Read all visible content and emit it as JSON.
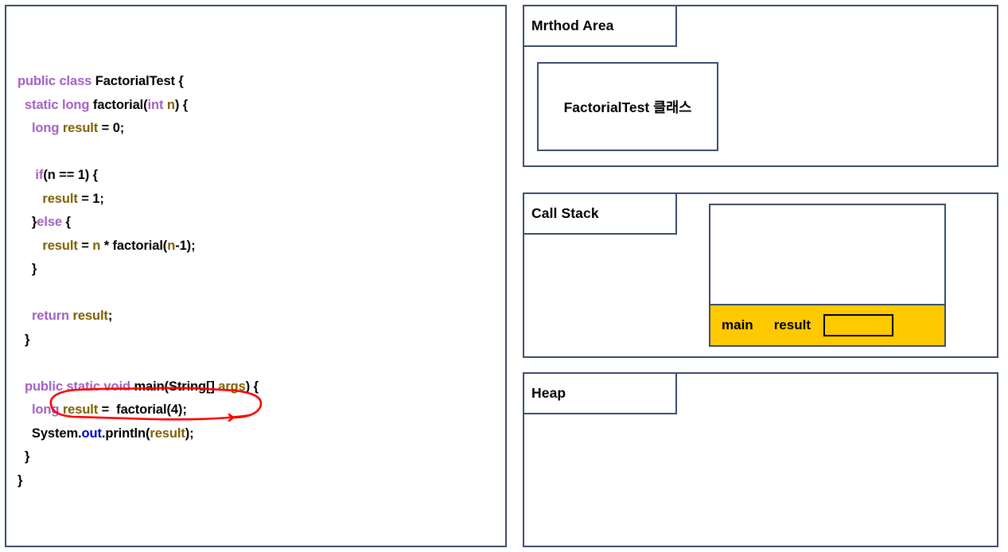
{
  "code_panel": {
    "language": "java",
    "lines": [
      [
        {
          "t": "public class ",
          "c": "kw"
        },
        {
          "t": "FactorialTest {",
          "c": "pl"
        }
      ],
      [
        {
          "t": "  ",
          "c": "pl"
        },
        {
          "t": "static long ",
          "c": "kw"
        },
        {
          "t": "factorial(",
          "c": "pl"
        },
        {
          "t": "int ",
          "c": "kw"
        },
        {
          "t": "n",
          "c": "var"
        },
        {
          "t": ") {",
          "c": "pl"
        }
      ],
      [
        {
          "t": "    ",
          "c": "pl"
        },
        {
          "t": "long ",
          "c": "kw"
        },
        {
          "t": "result ",
          "c": "var"
        },
        {
          "t": "= 0;",
          "c": "pl"
        }
      ],
      [
        {
          "t": "",
          "c": "pl"
        }
      ],
      [
        {
          "t": "     ",
          "c": "pl"
        },
        {
          "t": "if",
          "c": "kw"
        },
        {
          "t": "(n == 1) {",
          "c": "pl"
        }
      ],
      [
        {
          "t": "       ",
          "c": "pl"
        },
        {
          "t": "result ",
          "c": "var"
        },
        {
          "t": "= 1;",
          "c": "pl"
        }
      ],
      [
        {
          "t": "    }",
          "c": "pl"
        },
        {
          "t": "else",
          "c": "kw"
        },
        {
          "t": " {",
          "c": "pl"
        }
      ],
      [
        {
          "t": "       ",
          "c": "pl"
        },
        {
          "t": "result ",
          "c": "var"
        },
        {
          "t": "= ",
          "c": "pl"
        },
        {
          "t": "n ",
          "c": "var"
        },
        {
          "t": "* factorial(",
          "c": "pl"
        },
        {
          "t": "n",
          "c": "var"
        },
        {
          "t": "-1);",
          "c": "pl"
        }
      ],
      [
        {
          "t": "    }",
          "c": "pl"
        }
      ],
      [
        {
          "t": "",
          "c": "pl"
        }
      ],
      [
        {
          "t": "    ",
          "c": "pl"
        },
        {
          "t": "return ",
          "c": "kw"
        },
        {
          "t": "result",
          "c": "var"
        },
        {
          "t": ";",
          "c": "pl"
        }
      ],
      [
        {
          "t": "  }",
          "c": "pl"
        }
      ],
      [
        {
          "t": "",
          "c": "pl"
        }
      ],
      [
        {
          "t": "  ",
          "c": "pl"
        },
        {
          "t": "public static void ",
          "c": "kw"
        },
        {
          "t": "main(String[] ",
          "c": "pl"
        },
        {
          "t": "args",
          "c": "var"
        },
        {
          "t": ") {",
          "c": "pl"
        }
      ],
      [
        {
          "t": "    ",
          "c": "pl"
        },
        {
          "t": "long ",
          "c": "kw"
        },
        {
          "t": "result ",
          "c": "var"
        },
        {
          "t": "=  factorial(4);",
          "c": "pl"
        }
      ],
      [
        {
          "t": "    System.",
          "c": "pl"
        },
        {
          "t": "out",
          "c": "blu"
        },
        {
          "t": ".println(",
          "c": "pl"
        },
        {
          "t": "result",
          "c": "var"
        },
        {
          "t": ");",
          "c": "pl"
        }
      ],
      [
        {
          "t": "  }",
          "c": "pl"
        }
      ],
      [
        {
          "t": "}",
          "c": "pl"
        }
      ]
    ],
    "annotation": {
      "shape": "hand-drawn-ellipse",
      "color": "#FF0000",
      "targets_line": "long result =  factorial(4);"
    }
  },
  "memory": {
    "method_area": {
      "title": "Mrthod Area",
      "class_box_label": "FactorialTest 클래스"
    },
    "call_stack": {
      "title": "Call Stack",
      "frames": [
        {
          "name": "main",
          "variable": "result",
          "value": ""
        }
      ]
    },
    "heap": {
      "title": "Heap",
      "contents": []
    }
  },
  "colors": {
    "border": "#3C4D6E",
    "keyword": "#A45FC4",
    "identifier": "#7F6000",
    "stream": "#0000CC",
    "frame_highlight": "#FFC900",
    "annotation": "#FF0000",
    "background": "#FFFFFF"
  }
}
